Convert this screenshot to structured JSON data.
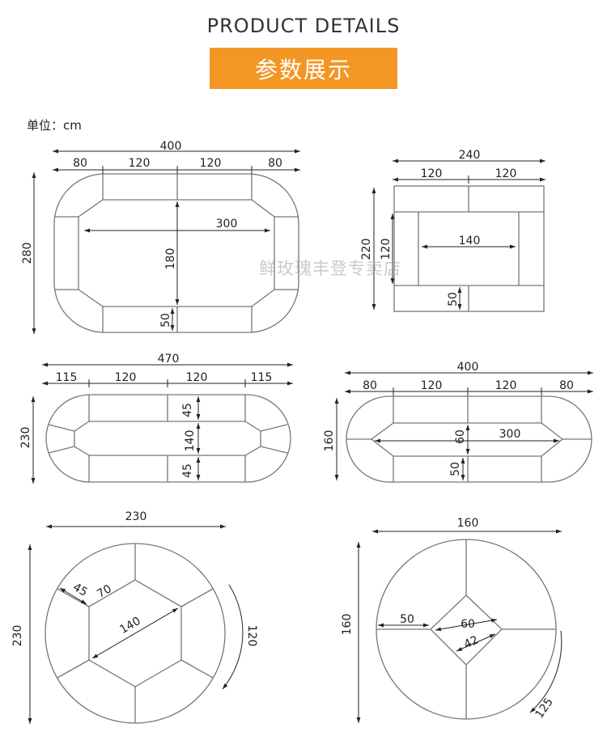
{
  "header": {
    "title": "PRODUCT DETAILS",
    "badge": "参数展示",
    "badge_color": "#f39623"
  },
  "unit_label": "单位：cm",
  "watermark": "鲜玫瑰丰登专卖店",
  "diagrams": {
    "rect_round": {
      "total_width": "400",
      "segments": [
        "80",
        "120",
        "120",
        "80"
      ],
      "height": "280",
      "inner_width": "300",
      "inner_height": "180",
      "depth": "50"
    },
    "u_shape": {
      "total_width": "240",
      "segments": [
        "120",
        "120"
      ],
      "height": "220",
      "inner_height": "120",
      "inner_width": "140",
      "depth": "50"
    },
    "oval_470": {
      "total_width": "470",
      "segments": [
        "115",
        "120",
        "120",
        "115"
      ],
      "height": "230",
      "depth_top": "45",
      "inner_height": "140",
      "depth_bottom": "45"
    },
    "oval_400": {
      "total_width": "400",
      "segments": [
        "80",
        "120",
        "120",
        "80"
      ],
      "height": "160",
      "inner_height": "60",
      "inner_width": "300",
      "depth": "50"
    },
    "circle_230": {
      "width": "230",
      "height": "230",
      "seat_depth": "45",
      "hex_side": "70",
      "hex_width": "140",
      "arc": "120"
    },
    "circle_160": {
      "width": "160",
      "height": "160",
      "depth": "50",
      "diamond_diagonal": "60",
      "diamond_side": "42",
      "arc": "125"
    }
  }
}
